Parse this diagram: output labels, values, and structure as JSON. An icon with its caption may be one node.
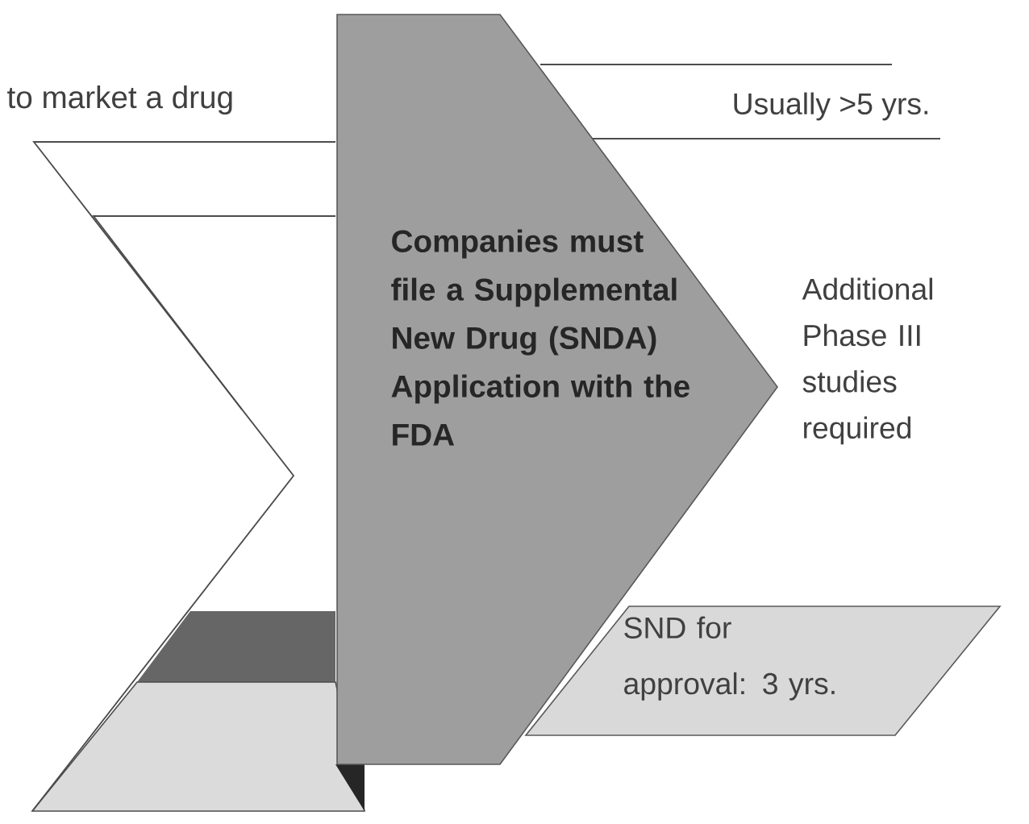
{
  "diagram": {
    "nodes": [
      {
        "text": [
          "Companies must file a Supplemental New Drug (SNDA) Application with the FDA"
        ]
      },
      {
        "text": [
          "SND for approval: 3 yrs."
        ]
      }
    ],
    "labels": [
      "to market a drug",
      "Usually >5 yrs.",
      "Additional Phase III studies required"
    ]
  }
}
